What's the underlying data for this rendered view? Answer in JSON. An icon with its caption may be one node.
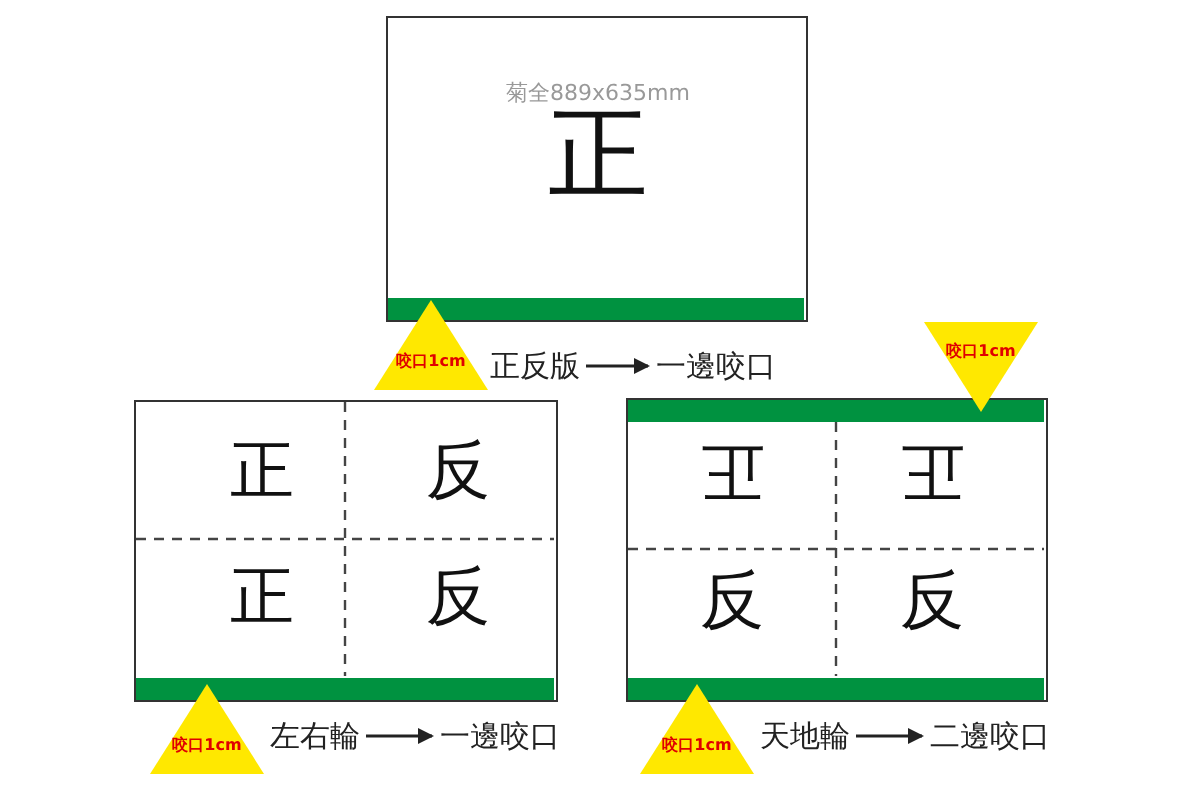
{
  "diagram": {
    "nodes": [
      {
        "text": [
          "菊全889x635mm",
          "正"
        ]
      },
      {
        "text": [
          "咬口1cm"
        ]
      },
      {
        "text": [
          "正反版"
        ]
      },
      {
        "text": [
          "一邊咬口"
        ]
      },
      {
        "text": [
          "正",
          "反",
          "正",
          "反"
        ]
      },
      {
        "text": [
          "咬口1cm"
        ]
      },
      {
        "text": [
          "左右輪"
        ]
      },
      {
        "text": [
          "一邊咬口"
        ]
      },
      {
        "text": [
          "正",
          "正",
          "反",
          "反"
        ]
      },
      {
        "text": [
          "咬口1cm"
        ]
      },
      {
        "text": [
          "咬口1cm"
        ]
      },
      {
        "text": [
          "天地輪"
        ]
      },
      {
        "text": [
          "二邊咬口"
        ]
      }
    ],
    "edges": [
      {
        "from": 2,
        "to": 3,
        "arrow": "to"
      },
      {
        "from": 6,
        "to": 7,
        "arrow": "to"
      },
      {
        "from": 11,
        "to": 12,
        "arrow": "to"
      }
    ]
  }
}
